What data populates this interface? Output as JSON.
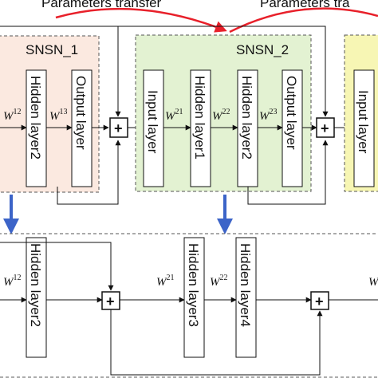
{
  "transfer_labels": [
    "Parameters transfer",
    "Parameters tra"
  ],
  "networks": [
    {
      "title": "SNSN_1",
      "layers": [
        "Hidden layer2",
        "Output layer"
      ],
      "weights": [
        "W",
        "W"
      ],
      "weight_sups": [
        "12",
        "13"
      ]
    },
    {
      "title": "SNSN_2",
      "layers": [
        "Input layer",
        "Hidden layer1",
        "Hidden layer2",
        "Output layer"
      ],
      "weights": [
        "W",
        "W",
        "W"
      ],
      "weight_sups": [
        "21",
        "22",
        "23"
      ]
    },
    {
      "layers": [
        "Input layer"
      ]
    }
  ],
  "bottom": {
    "layers": [
      "Hidden layer2",
      "Hidden layer3",
      "Hidden layer4"
    ],
    "weights": [
      "W",
      "W",
      "W",
      "W"
    ],
    "weight_sups": [
      "12",
      "21",
      "22"
    ]
  },
  "plus_symbol": "+",
  "colors": {
    "snsn1_fill": "#fbe9e0",
    "snsn2_fill": "#e3f2d2",
    "snsn3_fill": "#f7f6b4",
    "transfer_arrow": "#e8202a",
    "down_arrow": "#3c64c8"
  }
}
